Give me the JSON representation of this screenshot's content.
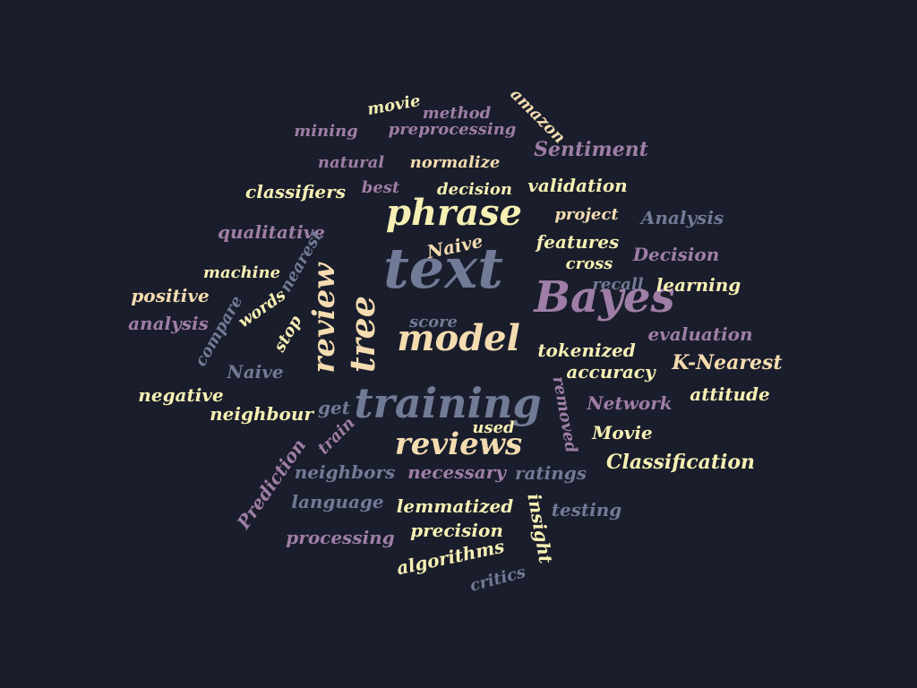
{
  "colors": {
    "background": "#1a1d2b",
    "yellow": "#f6f0b4",
    "peach": "#f4dcb0",
    "purple": "#9e7ea6",
    "slate": "#717a96"
  },
  "words": [
    {
      "id": "text",
      "text": "text",
      "color": "slate"
    },
    {
      "id": "bayes",
      "text": "Bayes",
      "color": "purple"
    },
    {
      "id": "training",
      "text": "training",
      "color": "slate"
    },
    {
      "id": "model",
      "text": "model",
      "color": "peach"
    },
    {
      "id": "reviews",
      "text": "reviews",
      "color": "peach"
    },
    {
      "id": "phrase",
      "text": "phrase",
      "color": "yellow"
    },
    {
      "id": "review",
      "text": "review",
      "color": "peach"
    },
    {
      "id": "tree",
      "text": "tree",
      "color": "peach"
    },
    {
      "id": "movie-top",
      "text": "movie",
      "color": "yellow"
    },
    {
      "id": "method",
      "text": "method",
      "color": "purple"
    },
    {
      "id": "amazon",
      "text": "amazon",
      "color": "peach"
    },
    {
      "id": "mining",
      "text": "mining",
      "color": "purple"
    },
    {
      "id": "preprocessing",
      "text": "preprocessing",
      "color": "purple"
    },
    {
      "id": "sentiment",
      "text": "Sentiment",
      "color": "purple"
    },
    {
      "id": "natural",
      "text": "natural",
      "color": "purple"
    },
    {
      "id": "normalize",
      "text": "normalize",
      "color": "peach"
    },
    {
      "id": "classifiers",
      "text": "classifiers",
      "color": "yellow"
    },
    {
      "id": "best",
      "text": "best",
      "color": "purple"
    },
    {
      "id": "decision-lower",
      "text": "decision",
      "color": "yellow"
    },
    {
      "id": "validation",
      "text": "validation",
      "color": "yellow"
    },
    {
      "id": "project",
      "text": "project",
      "color": "peach"
    },
    {
      "id": "analysis-cap",
      "text": "Analysis",
      "color": "slate"
    },
    {
      "id": "qualitative",
      "text": "qualitative",
      "color": "purple"
    },
    {
      "id": "naive-upper",
      "text": "Naive",
      "color": "peach"
    },
    {
      "id": "features",
      "text": "features",
      "color": "yellow"
    },
    {
      "id": "decision-cap",
      "text": "Decision",
      "color": "purple"
    },
    {
      "id": "nearest",
      "text": "nearest",
      "color": "slate"
    },
    {
      "id": "machine",
      "text": "machine",
      "color": "yellow"
    },
    {
      "id": "cross",
      "text": "cross",
      "color": "yellow"
    },
    {
      "id": "recall",
      "text": "recall",
      "color": "slate"
    },
    {
      "id": "learning",
      "text": "learning",
      "color": "yellow"
    },
    {
      "id": "positive",
      "text": "positive",
      "color": "peach"
    },
    {
      "id": "words",
      "text": "words",
      "color": "yellow"
    },
    {
      "id": "analysis-lower",
      "text": "analysis",
      "color": "purple"
    },
    {
      "id": "compare",
      "text": "compare",
      "color": "slate"
    },
    {
      "id": "stop",
      "text": "stop",
      "color": "yellow"
    },
    {
      "id": "score",
      "text": "score",
      "color": "slate"
    },
    {
      "id": "evaluation",
      "text": "evaluation",
      "color": "purple"
    },
    {
      "id": "tokenized",
      "text": "tokenized",
      "color": "yellow"
    },
    {
      "id": "k-nearest",
      "text": "K-Nearest",
      "color": "peach"
    },
    {
      "id": "naive-lower",
      "text": "Naive",
      "color": "slate"
    },
    {
      "id": "accuracy",
      "text": "accuracy",
      "color": "yellow"
    },
    {
      "id": "negative",
      "text": "negative",
      "color": "yellow"
    },
    {
      "id": "removed",
      "text": "removed",
      "color": "purple"
    },
    {
      "id": "network",
      "text": "Network",
      "color": "purple"
    },
    {
      "id": "attitude",
      "text": "attitude",
      "color": "yellow"
    },
    {
      "id": "neighbour",
      "text": "neighbour",
      "color": "yellow"
    },
    {
      "id": "get",
      "text": "get",
      "color": "slate"
    },
    {
      "id": "used",
      "text": "used",
      "color": "yellow"
    },
    {
      "id": "train",
      "text": "train",
      "color": "purple"
    },
    {
      "id": "movie-cap",
      "text": "Movie",
      "color": "yellow"
    },
    {
      "id": "prediction",
      "text": "Prediction",
      "color": "purple"
    },
    {
      "id": "classification",
      "text": "Classification",
      "color": "yellow"
    },
    {
      "id": "neighbors",
      "text": "neighbors",
      "color": "slate"
    },
    {
      "id": "necessary",
      "text": "necessary",
      "color": "purple"
    },
    {
      "id": "ratings",
      "text": "ratings",
      "color": "slate"
    },
    {
      "id": "language",
      "text": "language",
      "color": "slate"
    },
    {
      "id": "lemmatized",
      "text": "lemmatized",
      "color": "yellow"
    },
    {
      "id": "insight",
      "text": "insight",
      "color": "yellow"
    },
    {
      "id": "testing",
      "text": "testing",
      "color": "slate"
    },
    {
      "id": "precision",
      "text": "precision",
      "color": "yellow"
    },
    {
      "id": "processing",
      "text": "processing",
      "color": "purple"
    },
    {
      "id": "algorithms",
      "text": "algorithms",
      "color": "yellow"
    },
    {
      "id": "critics",
      "text": "critics",
      "color": "slate"
    }
  ]
}
